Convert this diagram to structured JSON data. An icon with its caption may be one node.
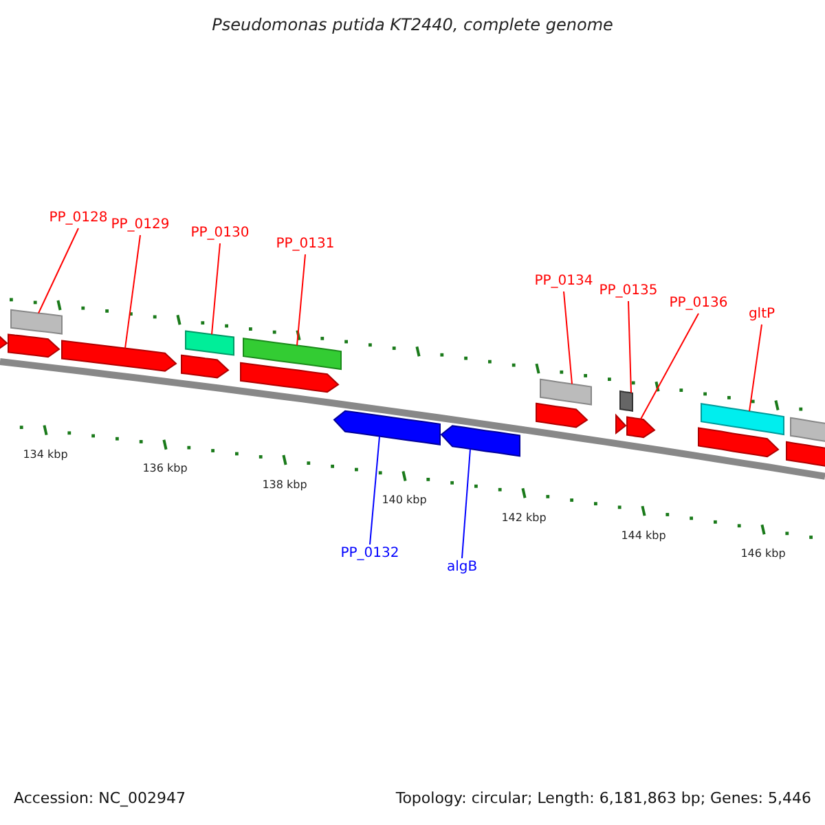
{
  "diagram": {
    "title": "Pseudomonas putida KT2440, complete genome",
    "nodes": [
      {
        "text": [
          "PP_0128"
        ]
      },
      {
        "text": [
          "PP_0129"
        ]
      },
      {
        "text": [
          "PP_0130"
        ]
      },
      {
        "text": [
          "PP_0131"
        ]
      },
      {
        "text": [
          "PP_0134"
        ]
      },
      {
        "text": [
          "PP_0135"
        ]
      },
      {
        "text": [
          "PP_0136"
        ]
      },
      {
        "text": [
          "gltP"
        ]
      },
      {
        "text": [
          "PP_0132"
        ]
      },
      {
        "text": [
          "algB"
        ]
      },
      {
        "text": [],
        "shape": "arrow"
      },
      {
        "text": [],
        "shape": "arrow"
      },
      {
        "text": [],
        "shape": "bar"
      },
      {
        "text": [],
        "shape": "arrow"
      },
      {
        "text": [],
        "shape": "arrow"
      },
      {
        "text": [],
        "shape": "bar"
      },
      {
        "text": [],
        "shape": "arrow"
      },
      {
        "text": [],
        "shape": "bar"
      },
      {
        "text": [],
        "shape": "arrow"
      },
      {
        "text": [],
        "shape": "arrow"
      },
      {
        "text": [],
        "shape": "arrow"
      },
      {
        "text": [],
        "shape": "bar"
      },
      {
        "text": [],
        "shape": "arrow"
      },
      {
        "text": [],
        "shape": "bar"
      },
      {
        "text": [],
        "shape": "arrow"
      },
      {
        "text": [],
        "shape": "arrow"
      },
      {
        "text": [],
        "shape": "bar"
      },
      {
        "text": [],
        "shape": "arrow"
      },
      {
        "text": [],
        "shape": "bar"
      }
    ],
    "edges": [
      {
        "from": 0,
        "to": 12,
        "arrow": "none"
      },
      {
        "from": 1,
        "to": 13,
        "arrow": "none"
      },
      {
        "from": 2,
        "to": 15,
        "arrow": "none"
      },
      {
        "from": 3,
        "to": 17,
        "arrow": "none"
      },
      {
        "from": 4,
        "to": 21,
        "arrow": "none"
      },
      {
        "from": 5,
        "to": 23,
        "arrow": "none"
      },
      {
        "from": 6,
        "to": 24,
        "arrow": "none"
      },
      {
        "from": 7,
        "to": 26,
        "arrow": "none"
      },
      {
        "from": 8,
        "to": 18,
        "arrow": "none",
        "color": "#0000ff"
      },
      {
        "from": 9,
        "to": 19,
        "arrow": "none",
        "color": "#0000ff"
      }
    ],
    "labels": [
      "134 kbp",
      "136 kbp",
      "138 kbp",
      "140 kbp",
      "142 kbp",
      "144 kbp",
      "146 kbp",
      "Accession: NC_002947",
      "Topology: circular; Length: 6,181,863 bp; Genes: 5,446"
    ]
  }
}
